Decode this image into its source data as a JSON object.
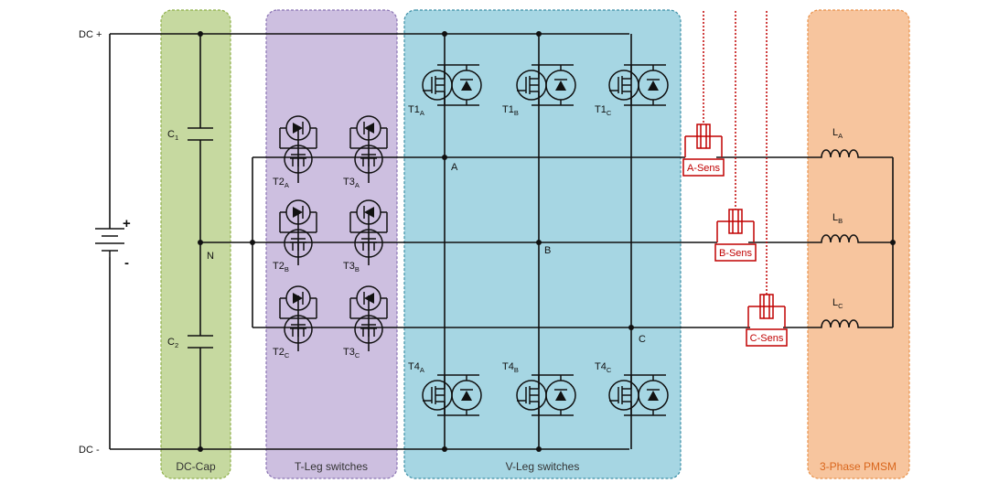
{
  "rails": {
    "positive": "DC +",
    "negative": "DC -"
  },
  "nodes": {
    "neutral": "N",
    "phase_a": "A",
    "phase_b": "B",
    "phase_c": "C"
  },
  "battery": {
    "plus_sign": "+",
    "minus_sign": "-"
  },
  "groups": [
    {
      "id": "dc-cap",
      "label": "DC-Cap",
      "fill": "#c6d9a0",
      "border": "#8fb04a",
      "label_color": "#333333"
    },
    {
      "id": "t-leg",
      "label": "T-Leg switches",
      "fill": "#cdbfe0",
      "border": "#8a73b3",
      "label_color": "#333333"
    },
    {
      "id": "v-leg",
      "label": "V-Leg switches",
      "fill": "#a6d6e3",
      "border": "#3d8fa6",
      "label_color": "#333333"
    },
    {
      "id": "pmsm",
      "label": "3-Phase PMSM",
      "fill": "#f7c59e",
      "border": "#e8914a",
      "label_color": "#d9661c"
    }
  ],
  "capacitors": [
    {
      "main": "C",
      "sub": "1"
    },
    {
      "main": "C",
      "sub": "2"
    }
  ],
  "t_leg": [
    {
      "main": "T2",
      "sub": "A"
    },
    {
      "main": "T3",
      "sub": "A"
    },
    {
      "main": "T2",
      "sub": "B"
    },
    {
      "main": "T3",
      "sub": "B"
    },
    {
      "main": "T2",
      "sub": "C"
    },
    {
      "main": "T3",
      "sub": "C"
    }
  ],
  "v_leg_top": [
    {
      "main": "T1",
      "sub": "A"
    },
    {
      "main": "T1",
      "sub": "B"
    },
    {
      "main": "T1",
      "sub": "C"
    }
  ],
  "v_leg_bottom": [
    {
      "main": "T4",
      "sub": "A"
    },
    {
      "main": "T4",
      "sub": "B"
    },
    {
      "main": "T4",
      "sub": "C"
    }
  ],
  "sensors": [
    "A-Sens",
    "B-Sens",
    "C-Sens"
  ],
  "inductors": [
    {
      "main": "L",
      "sub": "A"
    },
    {
      "main": "L",
      "sub": "B"
    },
    {
      "main": "L",
      "sub": "C"
    }
  ],
  "colors": {
    "wire": "#111111",
    "sensor": "#c00000"
  }
}
